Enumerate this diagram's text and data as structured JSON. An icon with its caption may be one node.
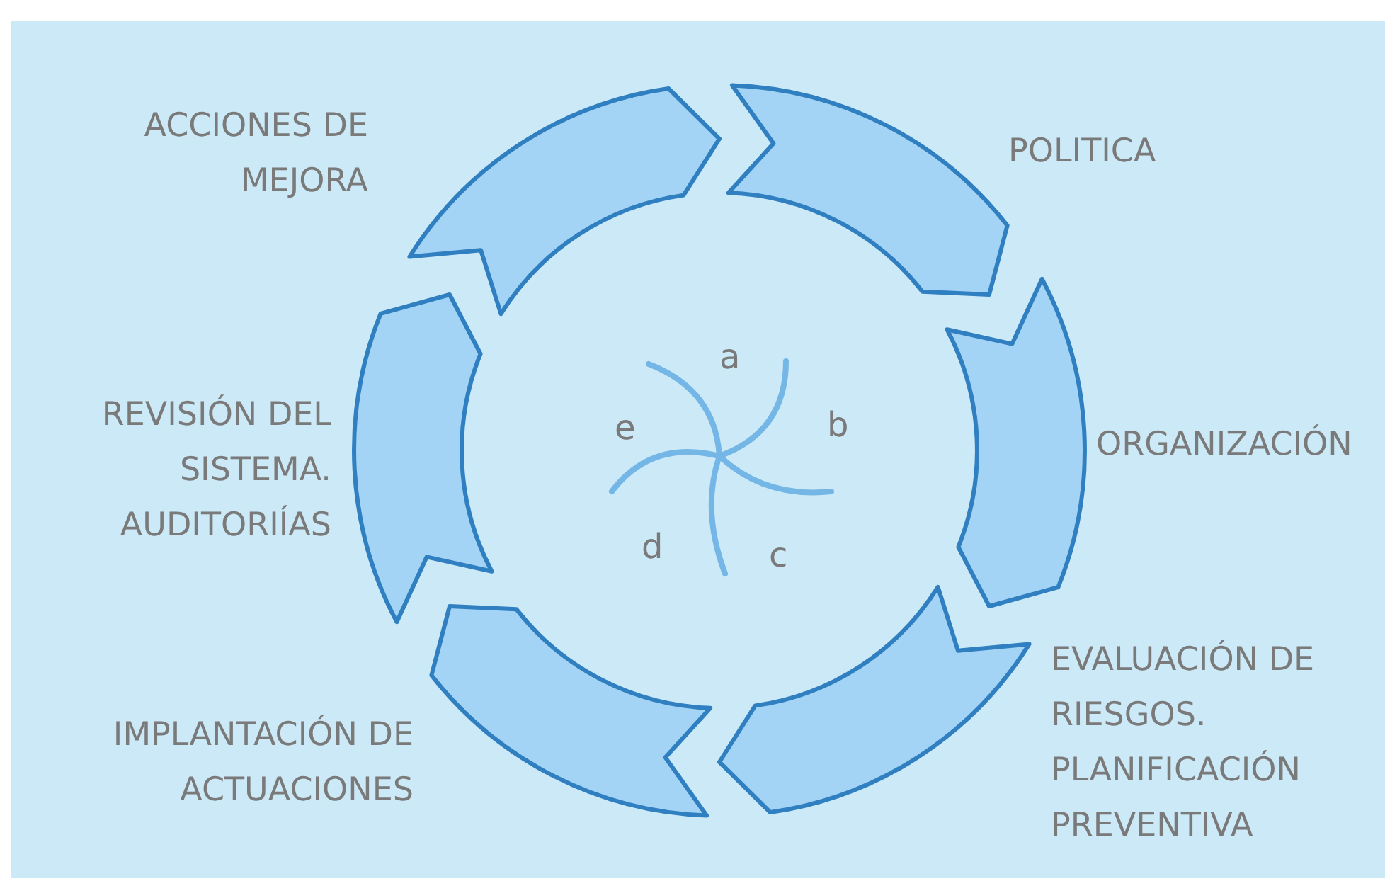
{
  "diagram": {
    "nodes": [
      {
        "text": [],
        "shape": "arrow",
        "beside": [
          "POLITICA"
        ]
      },
      {
        "text": [],
        "shape": "arrow",
        "beside": [
          "ORGANIZACIÓN"
        ]
      },
      {
        "text": [],
        "shape": "arrow",
        "beside": [
          "EVALUACIÓN DE RIESGOS. PLANIFICACIÓN PREVENTIVA"
        ]
      },
      {
        "text": [],
        "shape": "arrow",
        "beside": [
          "IMPLANTACIÓN DE ACTUACIONES"
        ]
      },
      {
        "text": [],
        "shape": "arrow",
        "beside": [
          "REVISIÓN DEL SISTEMA. AUDITORIÍAS"
        ]
      },
      {
        "text": [],
        "shape": "arrow",
        "beside": [
          "ACCIONES DE MEJORA"
        ]
      }
    ],
    "edges": [],
    "labels": [
      "a",
      "e",
      "b",
      "d",
      "c"
    ]
  }
}
